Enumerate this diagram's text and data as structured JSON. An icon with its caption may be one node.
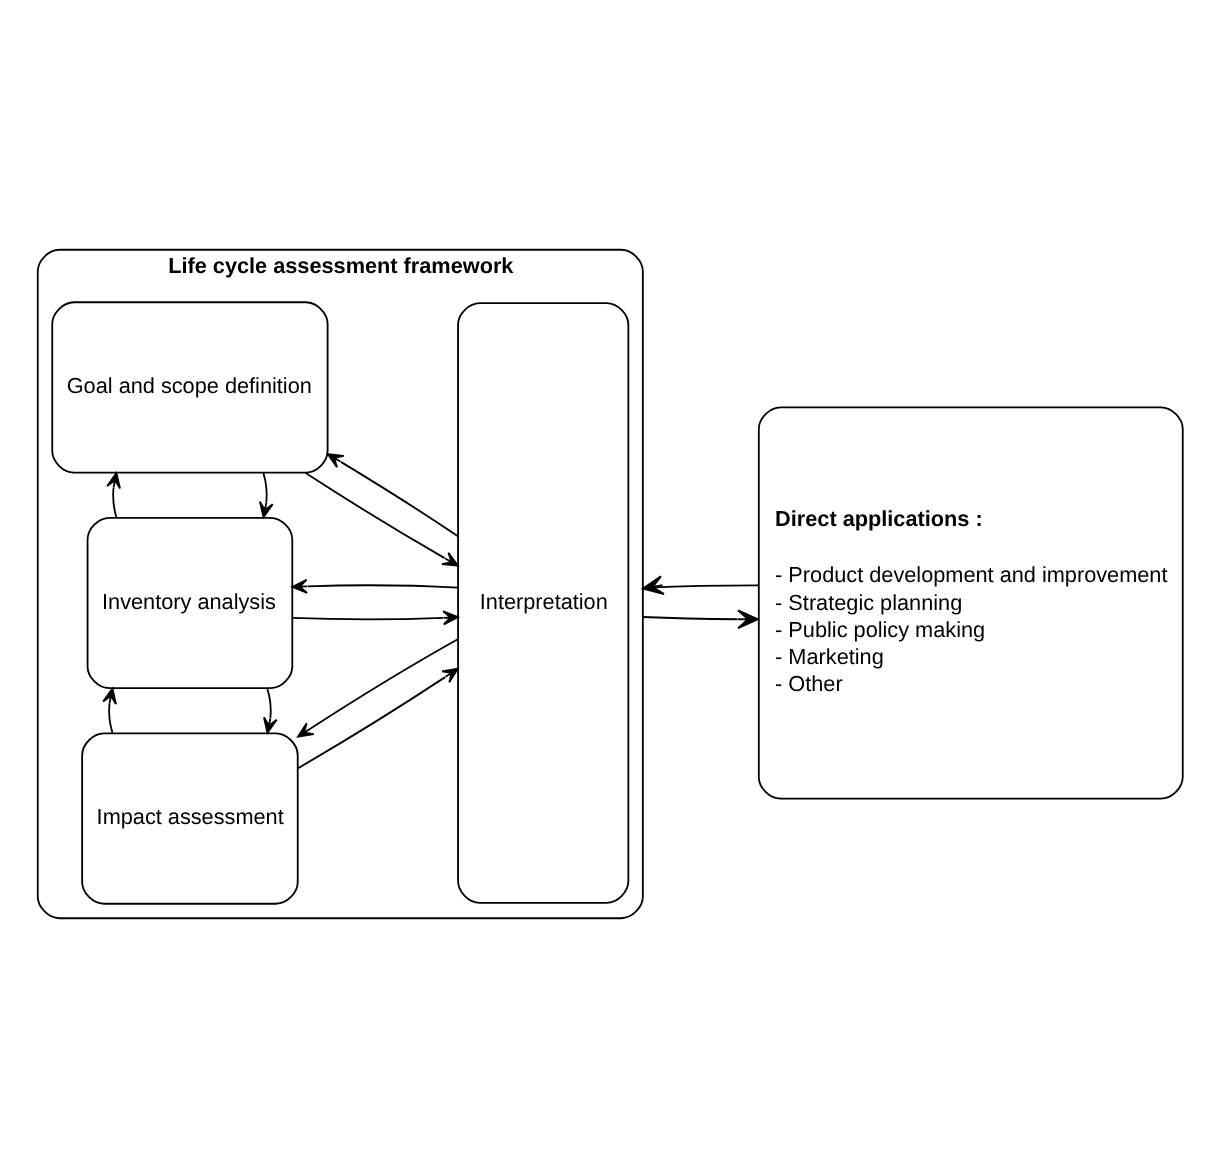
{
  "diagram": {
    "nodes": [
      {
        "text": [
          "Life cycle assessment framework"
        ]
      },
      {
        "text": [
          "Goal and scope definition"
        ],
        "in": 0
      },
      {
        "text": [
          "Inventory analysis"
        ],
        "in": 0
      },
      {
        "text": [
          "Impact assessment"
        ],
        "in": 0
      },
      {
        "text": [
          "Interpretation"
        ],
        "in": 0
      },
      {
        "text": [
          "Direct applications :",
          "- Product development and improvement",
          "- Strategic planning",
          "- Public policy making",
          "- Marketing",
          "- Other"
        ]
      }
    ],
    "edges": [
      {
        "from": 1,
        "to": 4,
        "arrow": "to"
      },
      {
        "from": 4,
        "to": 1,
        "arrow": "to"
      },
      {
        "from": 1,
        "to": 2,
        "arrow": "to"
      },
      {
        "from": 2,
        "to": 1,
        "arrow": "to"
      },
      {
        "from": 2,
        "to": 4,
        "arrow": "to"
      },
      {
        "from": 4,
        "to": 2,
        "arrow": "to"
      },
      {
        "from": 2,
        "to": 3,
        "arrow": "to"
      },
      {
        "from": 3,
        "to": 2,
        "arrow": "to"
      },
      {
        "from": 3,
        "to": 4,
        "arrow": "to"
      },
      {
        "from": 4,
        "to": 3,
        "arrow": "to"
      },
      {
        "from": 0,
        "to": 5,
        "arrow": "to"
      },
      {
        "from": 5,
        "to": 0,
        "arrow": "to"
      }
    ]
  }
}
